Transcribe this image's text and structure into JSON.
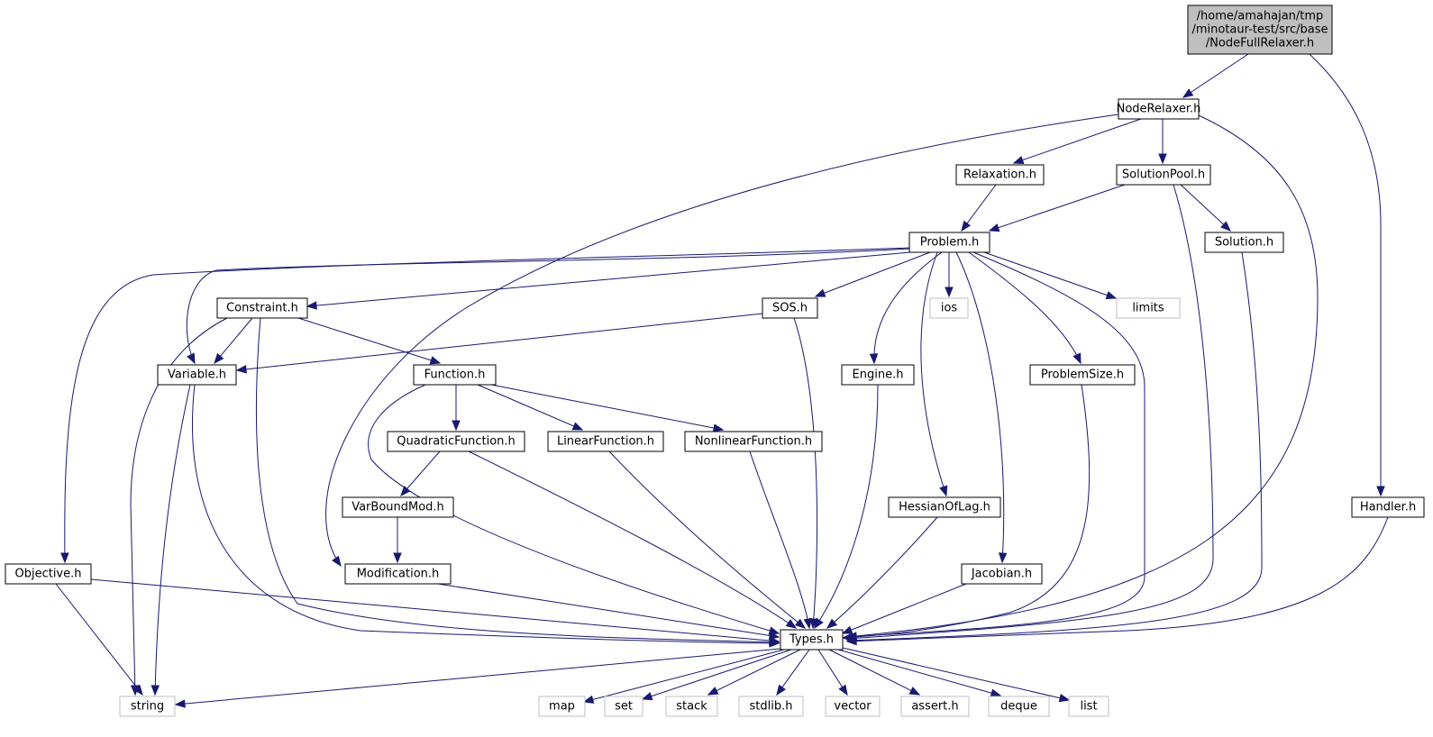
{
  "colors": {
    "edge": "#191970",
    "root_fill": "#bfbfbf",
    "node_border": "#000000",
    "external_border": "#bfbfbf",
    "background": "#ffffff"
  },
  "nodes": {
    "root": {
      "lines": [
        "/home/amahajan/tmp",
        "/minotaur-test/src/base",
        "/NodeFullRelaxer.h"
      ],
      "kind": "root"
    },
    "noderelaxer": {
      "lines": [
        "NodeRelaxer.h"
      ],
      "kind": "file"
    },
    "handler": {
      "lines": [
        "Handler.h"
      ],
      "kind": "file"
    },
    "relaxation": {
      "lines": [
        "Relaxation.h"
      ],
      "kind": "file"
    },
    "solutionpool": {
      "lines": [
        "SolutionPool.h"
      ],
      "kind": "file"
    },
    "problem": {
      "lines": [
        "Problem.h"
      ],
      "kind": "file"
    },
    "solution": {
      "lines": [
        "Solution.h"
      ],
      "kind": "file"
    },
    "constraint": {
      "lines": [
        "Constraint.h"
      ],
      "kind": "file"
    },
    "sos": {
      "lines": [
        "SOS.h"
      ],
      "kind": "file"
    },
    "ios": {
      "lines": [
        "ios"
      ],
      "kind": "external"
    },
    "limits": {
      "lines": [
        "limits"
      ],
      "kind": "external"
    },
    "variable": {
      "lines": [
        "Variable.h"
      ],
      "kind": "file"
    },
    "function": {
      "lines": [
        "Function.h"
      ],
      "kind": "file"
    },
    "engine": {
      "lines": [
        "Engine.h"
      ],
      "kind": "file"
    },
    "problemsize": {
      "lines": [
        "ProblemSize.h"
      ],
      "kind": "file"
    },
    "quadraticfunction": {
      "lines": [
        "QuadraticFunction.h"
      ],
      "kind": "file"
    },
    "linearfunction": {
      "lines": [
        "LinearFunction.h"
      ],
      "kind": "file"
    },
    "nonlinearfunction": {
      "lines": [
        "NonlinearFunction.h"
      ],
      "kind": "file"
    },
    "varboundmod": {
      "lines": [
        "VarBoundMod.h"
      ],
      "kind": "file"
    },
    "hessianoflag": {
      "lines": [
        "HessianOfLag.h"
      ],
      "kind": "file"
    },
    "objective": {
      "lines": [
        "Objective.h"
      ],
      "kind": "file"
    },
    "modification": {
      "lines": [
        "Modification.h"
      ],
      "kind": "file"
    },
    "jacobian": {
      "lines": [
        "Jacobian.h"
      ],
      "kind": "file"
    },
    "types": {
      "lines": [
        "Types.h"
      ],
      "kind": "file"
    },
    "string": {
      "lines": [
        "string"
      ],
      "kind": "external"
    },
    "map": {
      "lines": [
        "map"
      ],
      "kind": "external"
    },
    "set": {
      "lines": [
        "set"
      ],
      "kind": "external"
    },
    "stack": {
      "lines": [
        "stack"
      ],
      "kind": "external"
    },
    "stdlib": {
      "lines": [
        "stdlib.h"
      ],
      "kind": "external"
    },
    "vector": {
      "lines": [
        "vector"
      ],
      "kind": "external"
    },
    "assert": {
      "lines": [
        "assert.h"
      ],
      "kind": "external"
    },
    "deque": {
      "lines": [
        "deque"
      ],
      "kind": "external"
    },
    "list": {
      "lines": [
        "list"
      ],
      "kind": "external"
    }
  },
  "edges": [
    [
      "root",
      "noderelaxer"
    ],
    [
      "root",
      "handler"
    ],
    [
      "noderelaxer",
      "modification"
    ],
    [
      "noderelaxer",
      "relaxation"
    ],
    [
      "noderelaxer",
      "solutionpool"
    ],
    [
      "noderelaxer",
      "types"
    ],
    [
      "relaxation",
      "problem"
    ],
    [
      "solutionpool",
      "problem"
    ],
    [
      "solutionpool",
      "solution"
    ],
    [
      "solutionpool",
      "types"
    ],
    [
      "solution",
      "types"
    ],
    [
      "handler",
      "types"
    ],
    [
      "problem",
      "variable"
    ],
    [
      "problem",
      "objective"
    ],
    [
      "problem",
      "constraint"
    ],
    [
      "problem",
      "sos"
    ],
    [
      "problem",
      "engine"
    ],
    [
      "problem",
      "ios"
    ],
    [
      "problem",
      "hessianoflag"
    ],
    [
      "problem",
      "jacobian"
    ],
    [
      "problem",
      "problemsize"
    ],
    [
      "problem",
      "types"
    ],
    [
      "problem",
      "limits"
    ],
    [
      "constraint",
      "variable"
    ],
    [
      "constraint",
      "function"
    ],
    [
      "constraint",
      "string"
    ],
    [
      "constraint",
      "types"
    ],
    [
      "sos",
      "variable"
    ],
    [
      "sos",
      "types"
    ],
    [
      "variable",
      "string"
    ],
    [
      "variable",
      "types"
    ],
    [
      "function",
      "quadraticfunction"
    ],
    [
      "function",
      "linearfunction"
    ],
    [
      "function",
      "nonlinearfunction"
    ],
    [
      "function",
      "types"
    ],
    [
      "quadraticfunction",
      "varboundmod"
    ],
    [
      "quadraticfunction",
      "types"
    ],
    [
      "linearfunction",
      "types"
    ],
    [
      "nonlinearfunction",
      "types"
    ],
    [
      "varboundmod",
      "modification"
    ],
    [
      "modification",
      "types"
    ],
    [
      "engine",
      "types"
    ],
    [
      "problemsize",
      "types"
    ],
    [
      "hessianoflag",
      "types"
    ],
    [
      "jacobian",
      "types"
    ],
    [
      "objective",
      "string"
    ],
    [
      "objective",
      "types"
    ],
    [
      "types",
      "string"
    ],
    [
      "types",
      "map"
    ],
    [
      "types",
      "set"
    ],
    [
      "types",
      "stack"
    ],
    [
      "types",
      "stdlib"
    ],
    [
      "types",
      "vector"
    ],
    [
      "types",
      "assert"
    ],
    [
      "types",
      "deque"
    ],
    [
      "types",
      "list"
    ]
  ]
}
